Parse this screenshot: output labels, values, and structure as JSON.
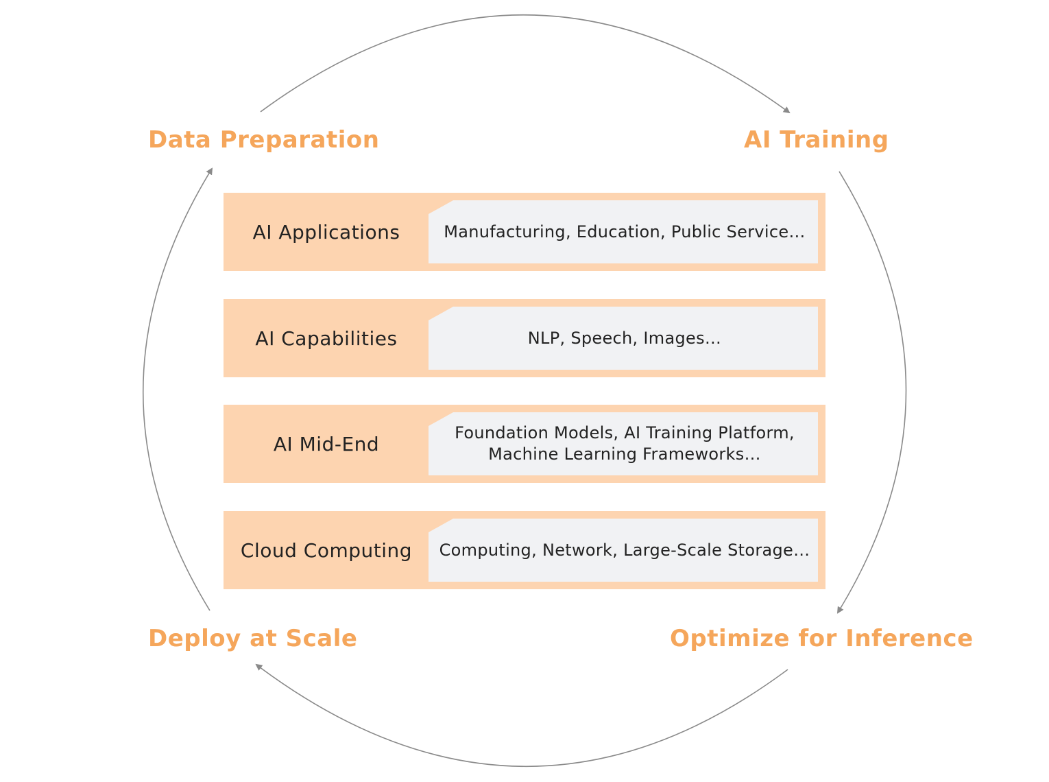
{
  "stages": [
    {
      "id": "data-preparation",
      "label": "Data Preparation"
    },
    {
      "id": "ai-training",
      "label": "AI Training"
    },
    {
      "id": "optimize-for-inference",
      "label": "Optimize for Inference"
    },
    {
      "id": "deploy-at-scale",
      "label": "Deploy at Scale"
    }
  ],
  "layers": [
    {
      "name": "AI Applications",
      "detail": "Manufacturing, Education, Public Service…"
    },
    {
      "name": "AI Capabilities",
      "detail": "NLP, Speech, Images…"
    },
    {
      "name": "AI Mid-End",
      "detail": "Foundation Models, AI Training Platform,\nMachine Learning Frameworks…"
    },
    {
      "name": "Cloud Computing",
      "detail": "Computing, Network, Large-Scale Storage…"
    }
  ],
  "colors": {
    "stage_text": "#F5A65B",
    "layer_band": "#FDD4B0",
    "detail_panel": "#F1F2F4",
    "arrow": "#8A8A8A",
    "text": "#222222"
  }
}
